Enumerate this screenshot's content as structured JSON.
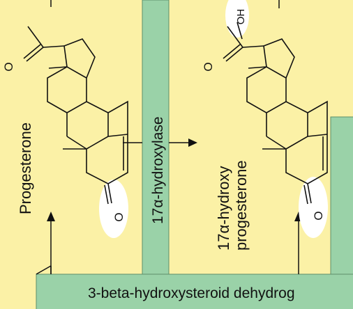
{
  "compounds": [
    {
      "name": "Progesterone",
      "hydroxyl": "",
      "carbonyl_top": "O",
      "carbonyl_ring": "O"
    },
    {
      "name_line1": "17α-hydroxy",
      "name_line2": "progesterone",
      "hydroxyl": "OH",
      "carbonyl_top": "O",
      "carbonyl_ring": "O"
    }
  ],
  "enzymes": {
    "hydroxylase": "17α-hydroxylase",
    "dehydrogenase": "3-beta-hydroxysteroid dehydrog"
  },
  "colors": {
    "panel_yellow": "#fbf1a6",
    "enzyme_green": "#9ad2a8",
    "highlight": "#ffffff",
    "stroke": "#111111"
  }
}
